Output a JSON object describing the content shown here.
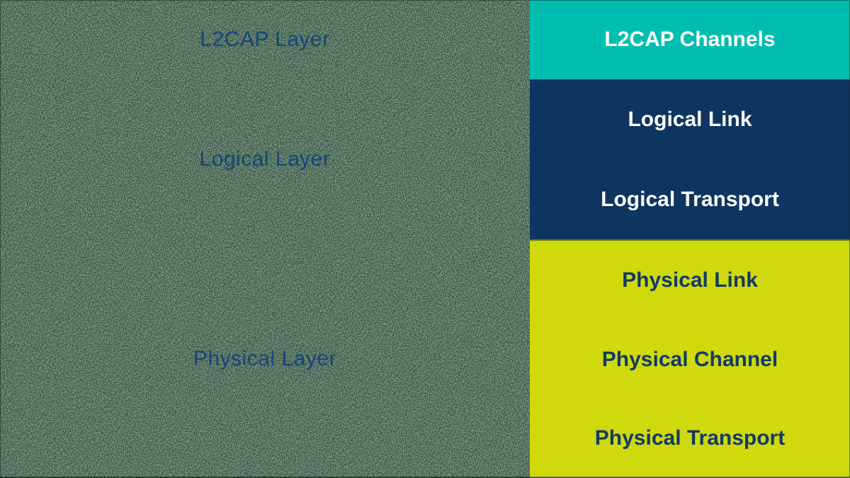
{
  "palette": {
    "background_green": "#75927C",
    "noise_speckle": "#0B1612",
    "teal_block": "#00BDB1",
    "navy_block": "#0D3560",
    "lime_block": "#CFD90B",
    "left_label_blue": "#16457B",
    "lime_text_navy": "#123A68",
    "light_text": "#FFFFFF"
  },
  "left_labels": [
    {
      "label": "L2CAP Layer"
    },
    {
      "label": "Logical Layer"
    },
    {
      "label": "Physical Layer"
    }
  ],
  "stack": [
    {
      "name": "L2CAP",
      "rows": [
        {
          "label": "L2CAP Channels"
        }
      ]
    },
    {
      "name": "Logical",
      "rows": [
        {
          "label": "Logical Link"
        },
        {
          "label": "Logical Transport"
        }
      ]
    },
    {
      "name": "Physical",
      "rows": [
        {
          "label": "Physical Link"
        },
        {
          "label": "Physical Channel"
        },
        {
          "label": "Physical Transport"
        }
      ]
    }
  ]
}
